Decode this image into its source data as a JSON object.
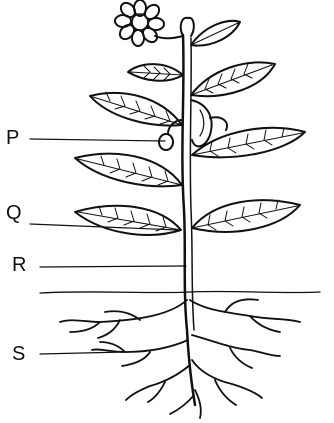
{
  "labels": {
    "p": "P",
    "q": "Q",
    "r": "R",
    "s": "S"
  },
  "colors": {
    "ink": "#111111",
    "background": "#ffffff"
  }
}
